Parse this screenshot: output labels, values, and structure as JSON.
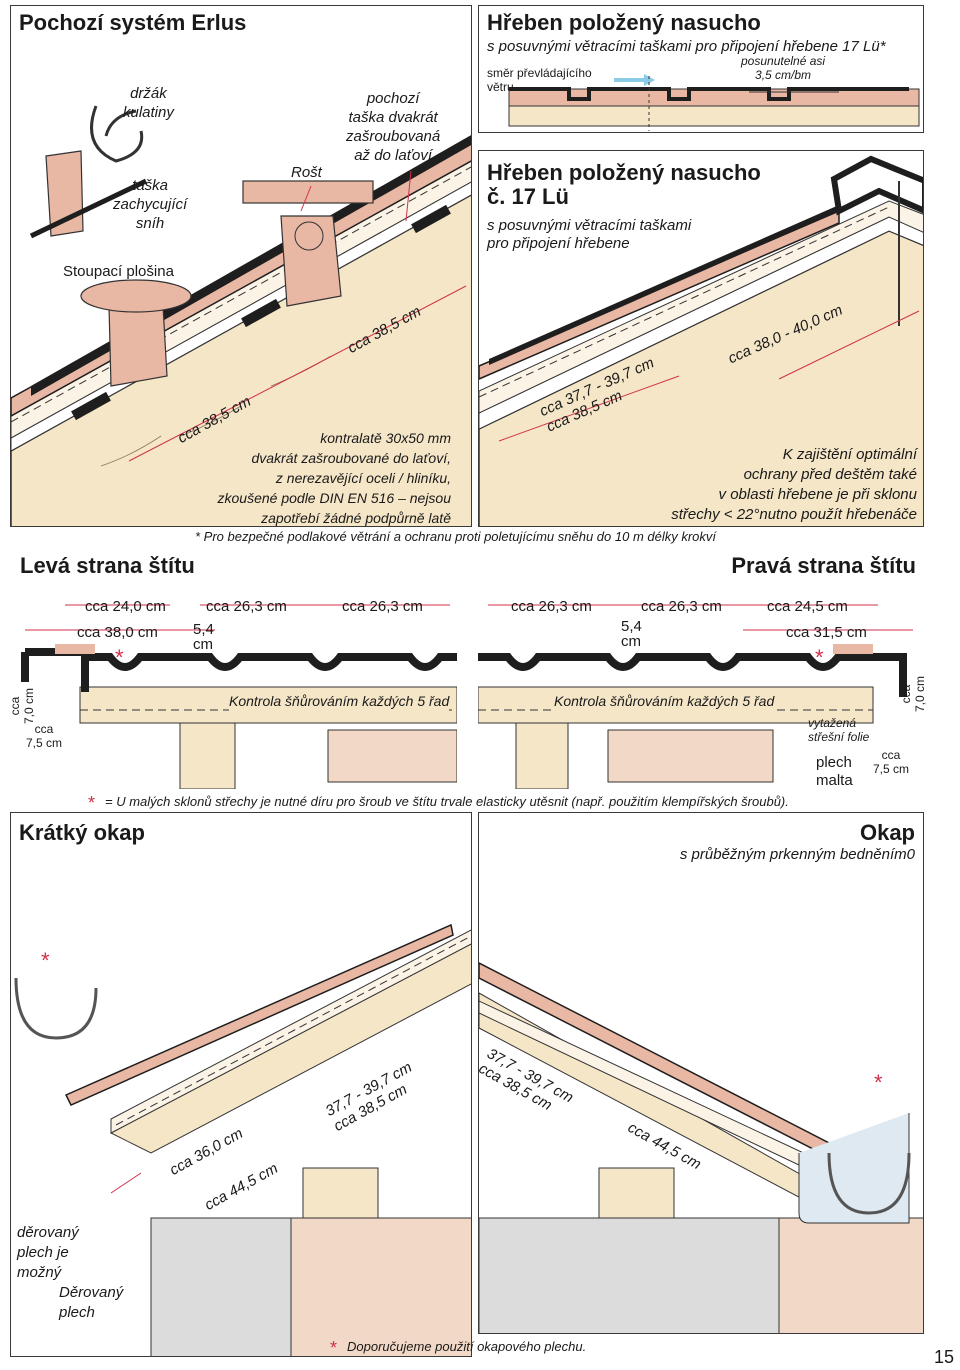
{
  "panels": {
    "walk_system": {
      "title": "Pochozí systém Erlus",
      "labels": {
        "holder": "držák\nkulatiny",
        "snow_tile": "taška\nzachycující\nsníh",
        "step_platform": "Stoupací plošina",
        "grate": "Rošt",
        "walk_tile": "pochozí\ntaška dvakrát\nzašroubovaná\naž do laťoví",
        "counter_batten": "kontralatě 30x50 mm\ndvakrát zašroubované do laťoví,\nz nerezavějící oceli / hliníku,\nzkoušené podle DIN EN 516 – nejsou\nzapotřebí žádné podpůrně latě"
      },
      "dims": {
        "upper": "cca 38,5 cm",
        "lower": "cca 38,5 cm"
      }
    },
    "ridge_top": {
      "title": "Hřeben položený nasucho",
      "subtitle": "s posuvnými větracími taškami pro připojení hřebene 17 Lü*",
      "wind_label": "směr převládajícího\nvětru",
      "shift_label": "posunutelné asi\n3,5 cm/bm"
    },
    "ridge_main": {
      "title": "Hřeben položený nasucho\nč. 17 Lü",
      "subtitle": "s posuvnými větracími taškami\npro připojení hřebene",
      "dim_upper": "cca 38,0 - 40,0 cm",
      "dim_lower": "cca 37,7 - 39,7 cm\ncca 38,5 cm",
      "note": "K zajištění optimální\nochrany před deštěm také\nv oblasti hřebene je při sklonu\nstřechy < 22°nutno použít hřebenáče"
    },
    "footnote_ridge": "* Pro bezpečné podlakové větrání a ochranu proti poletujícímu sněhu do 10 m délky krokví",
    "gable": {
      "left_title": "Levá strana štítu",
      "right_title": "Pravá strana štítu",
      "left_dims_top": [
        "cca 24,0 cm",
        "cca 26,3 cm",
        "cca 26,3 cm"
      ],
      "left_dims_second": [
        "cca 38,0 cm",
        "5,4\ncm"
      ],
      "right_dims_top": [
        "cca 26,3 cm",
        "cca 26,3 cm",
        "cca 24,5 cm"
      ],
      "right_dims_second": [
        "5,4\ncm",
        "cca 31,5 cm"
      ],
      "check_label": "Kontrola šňůrováním každých 5 řad",
      "left_side_h": "cca\n7,0 cm",
      "left_side_w": "cca\n7,5 cm",
      "right_side_h": "cca\n7,0 cm",
      "right_side_w": "cca\n7,5 cm",
      "foil": "vytažená\nstřešní folie",
      "plech": "plech",
      "malta": "malta",
      "star_mark": "*"
    },
    "footnote_gable": "= U malých sklonů střechy je nutné díru pro šroub ve štítu trvale elasticky utěsnit (např. použitím klempířských šroubů).",
    "short_eave": {
      "title": "Krátký okap",
      "dim1": "cca 36,0 cm",
      "dim2": "cca 44,5 cm",
      "dim3": "37,7 - 39,7 cm\ncca 38,5 cm",
      "perforated_possible": "děrovaný\nplech je\nmožný",
      "perforated": "Děrovaný\nplech"
    },
    "eave": {
      "title": "Okap",
      "subtitle": "s průběžným prkenným bedněním0",
      "dim1": "37,7 - 39,7 cm\ncca 38,5 cm",
      "dim2": "cca 44,5 cm"
    },
    "footnote_eave": "Doporučujeme použití okapového plechu."
  },
  "page_number": "15",
  "colors": {
    "tile": "#e9b8a4",
    "tile_dark": "#1e1e1e",
    "wood": "#f5e6c8",
    "beam": "#f3ddc0",
    "brick": "#f2d8c6",
    "gray_block": "#dcdcdc",
    "star": "#d0314a",
    "arrow": "#8ccbe8",
    "gutter": "#dfe9f2"
  }
}
